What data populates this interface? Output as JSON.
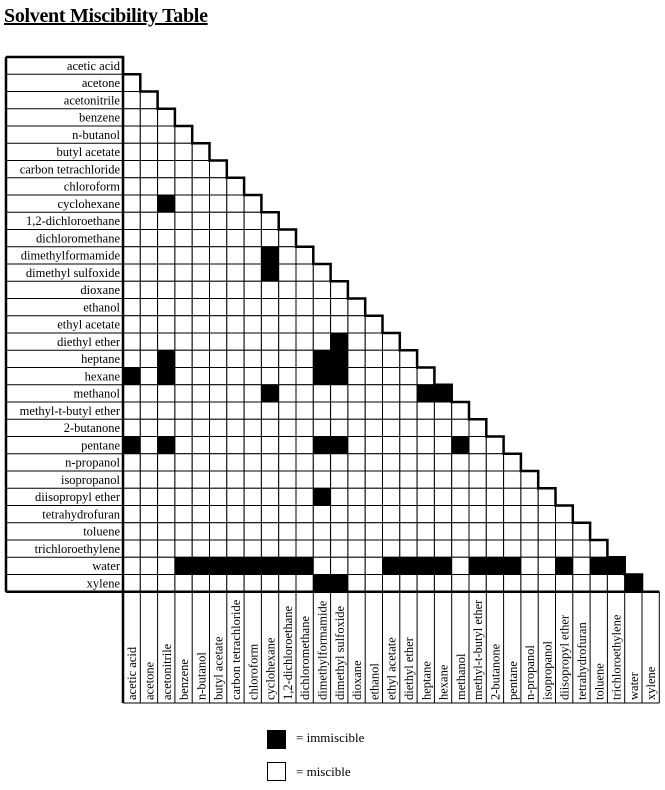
{
  "title": "Solvent Miscibility Table",
  "chart_data": {
    "type": "table",
    "solvents": [
      "acetic acid",
      "acetone",
      "acetonitrile",
      "benzene",
      "n-butanol",
      "butyl acetate",
      "carbon tetrachloride",
      "chloroform",
      "cyclohexane",
      "1,2-dichloroethane",
      "dichloromethane",
      "dimethylformamide",
      "dimethyl sulfoxide",
      "dioxane",
      "ethanol",
      "ethyl acetate",
      "diethyl ether",
      "heptane",
      "hexane",
      "methanol",
      "methyl-t-butyl ether",
      "2-butanone",
      "pentane",
      "n-propanol",
      "isopropanol",
      "diisopropyl ether",
      "tetrahydrofuran",
      "toluene",
      "trichloroethylene",
      "water",
      "xylene"
    ],
    "immiscible_pairs": [
      [
        8,
        2
      ],
      [
        11,
        8
      ],
      [
        12,
        8
      ],
      [
        16,
        12
      ],
      [
        17,
        2
      ],
      [
        17,
        11
      ],
      [
        17,
        12
      ],
      [
        18,
        0
      ],
      [
        18,
        2
      ],
      [
        18,
        11
      ],
      [
        18,
        12
      ],
      [
        19,
        8
      ],
      [
        19,
        17
      ],
      [
        19,
        18
      ],
      [
        22,
        0
      ],
      [
        22,
        2
      ],
      [
        22,
        11
      ],
      [
        22,
        12
      ],
      [
        22,
        19
      ],
      [
        25,
        11
      ],
      [
        29,
        3
      ],
      [
        29,
        4
      ],
      [
        29,
        5
      ],
      [
        29,
        6
      ],
      [
        29,
        7
      ],
      [
        29,
        8
      ],
      [
        29,
        9
      ],
      [
        29,
        10
      ],
      [
        29,
        15
      ],
      [
        29,
        16
      ],
      [
        29,
        17
      ],
      [
        29,
        18
      ],
      [
        29,
        20
      ],
      [
        29,
        21
      ],
      [
        29,
        22
      ],
      [
        29,
        25
      ],
      [
        29,
        27
      ],
      [
        29,
        28
      ],
      [
        30,
        11
      ],
      [
        30,
        12
      ],
      [
        30,
        29
      ]
    ]
  },
  "legend": {
    "immiscible": "= immiscible",
    "miscible": "= miscible"
  }
}
